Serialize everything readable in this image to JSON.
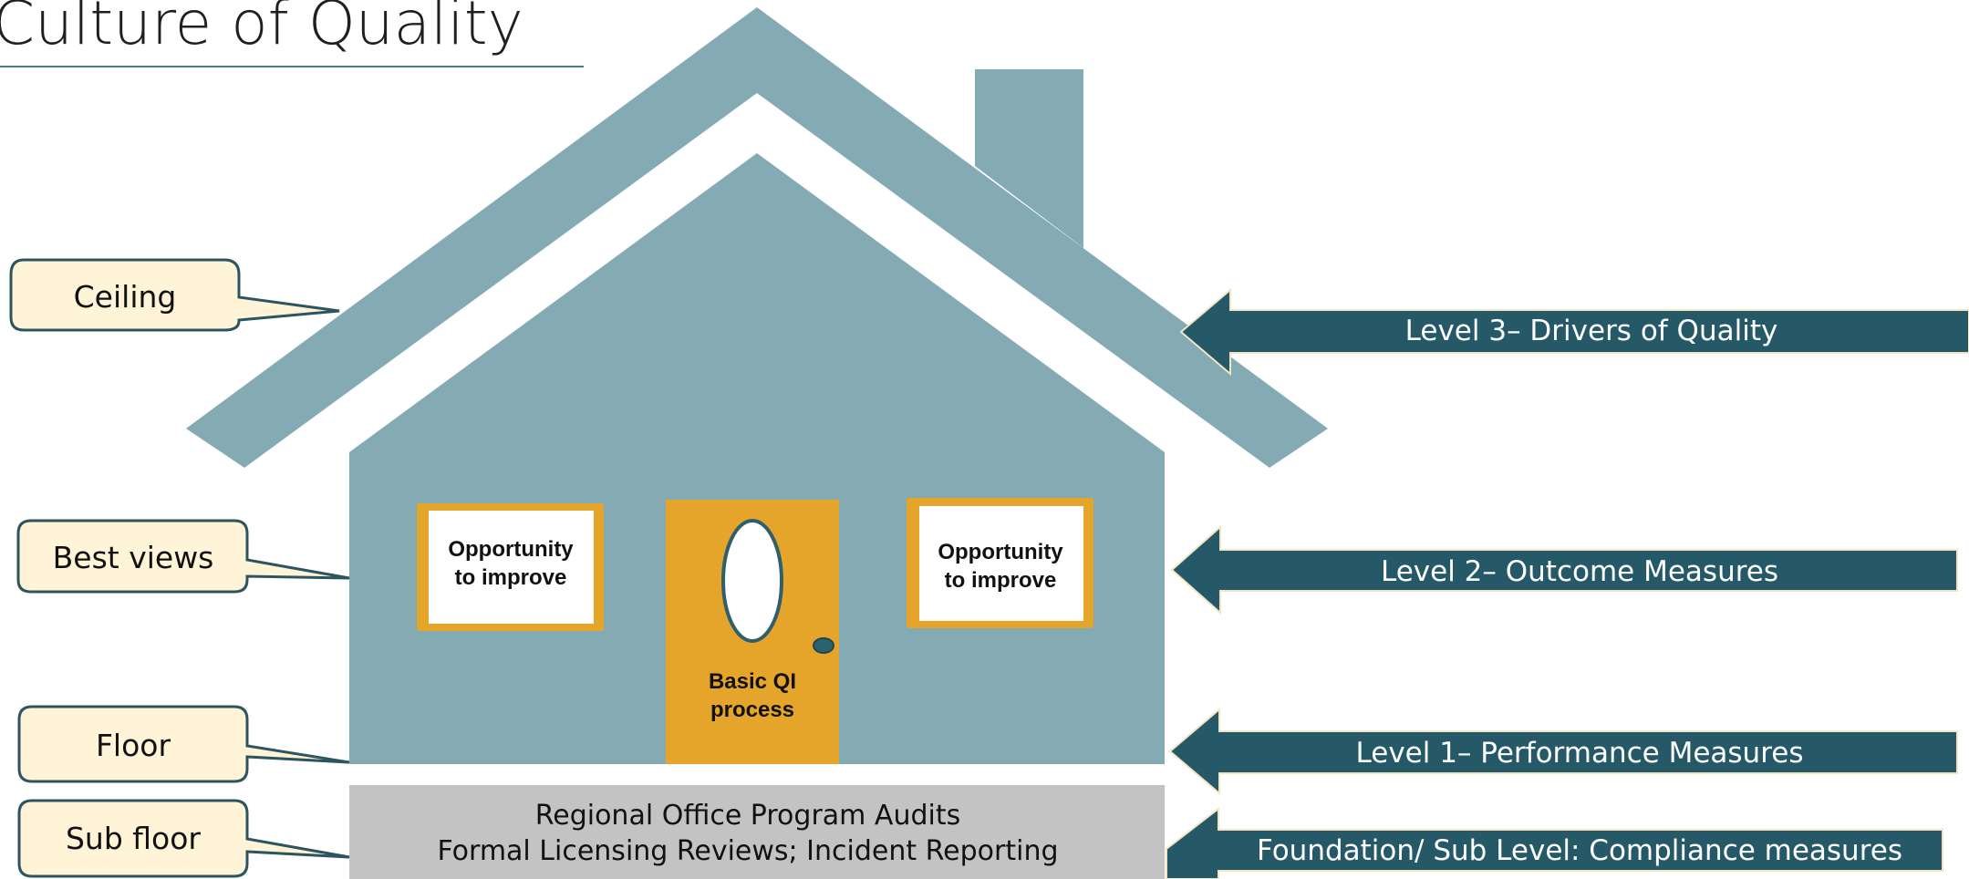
{
  "title": "Culture of Quality",
  "colors": {
    "house": "#84aab4",
    "arrow": "#255967",
    "door": "#e5a52b",
    "window_frame": "#e5a52b",
    "callout_fill": "#fff3d8",
    "callout_stroke": "#2c5560",
    "foundation": "#c3c3c3"
  },
  "callouts": {
    "ceiling": "Ceiling",
    "best_views": "Best views",
    "floor": "Floor",
    "sub_floor": "Sub floor"
  },
  "windows": {
    "left": [
      "Opportunity",
      "to improve"
    ],
    "right": [
      "Opportunity",
      "to improve"
    ]
  },
  "door": {
    "label": [
      "Basic QI",
      "process"
    ]
  },
  "foundation": {
    "lines": [
      "Regional Office Program Audits",
      "Formal Licensing Reviews; Incident Reporting"
    ]
  },
  "levels": {
    "level3": "Level 3– Drivers of Quality",
    "level2": "Level 2– Outcome  Measures",
    "level1": "Level 1– Performance Measures",
    "foundation": "Foundation/ Sub Level: Compliance measures"
  }
}
